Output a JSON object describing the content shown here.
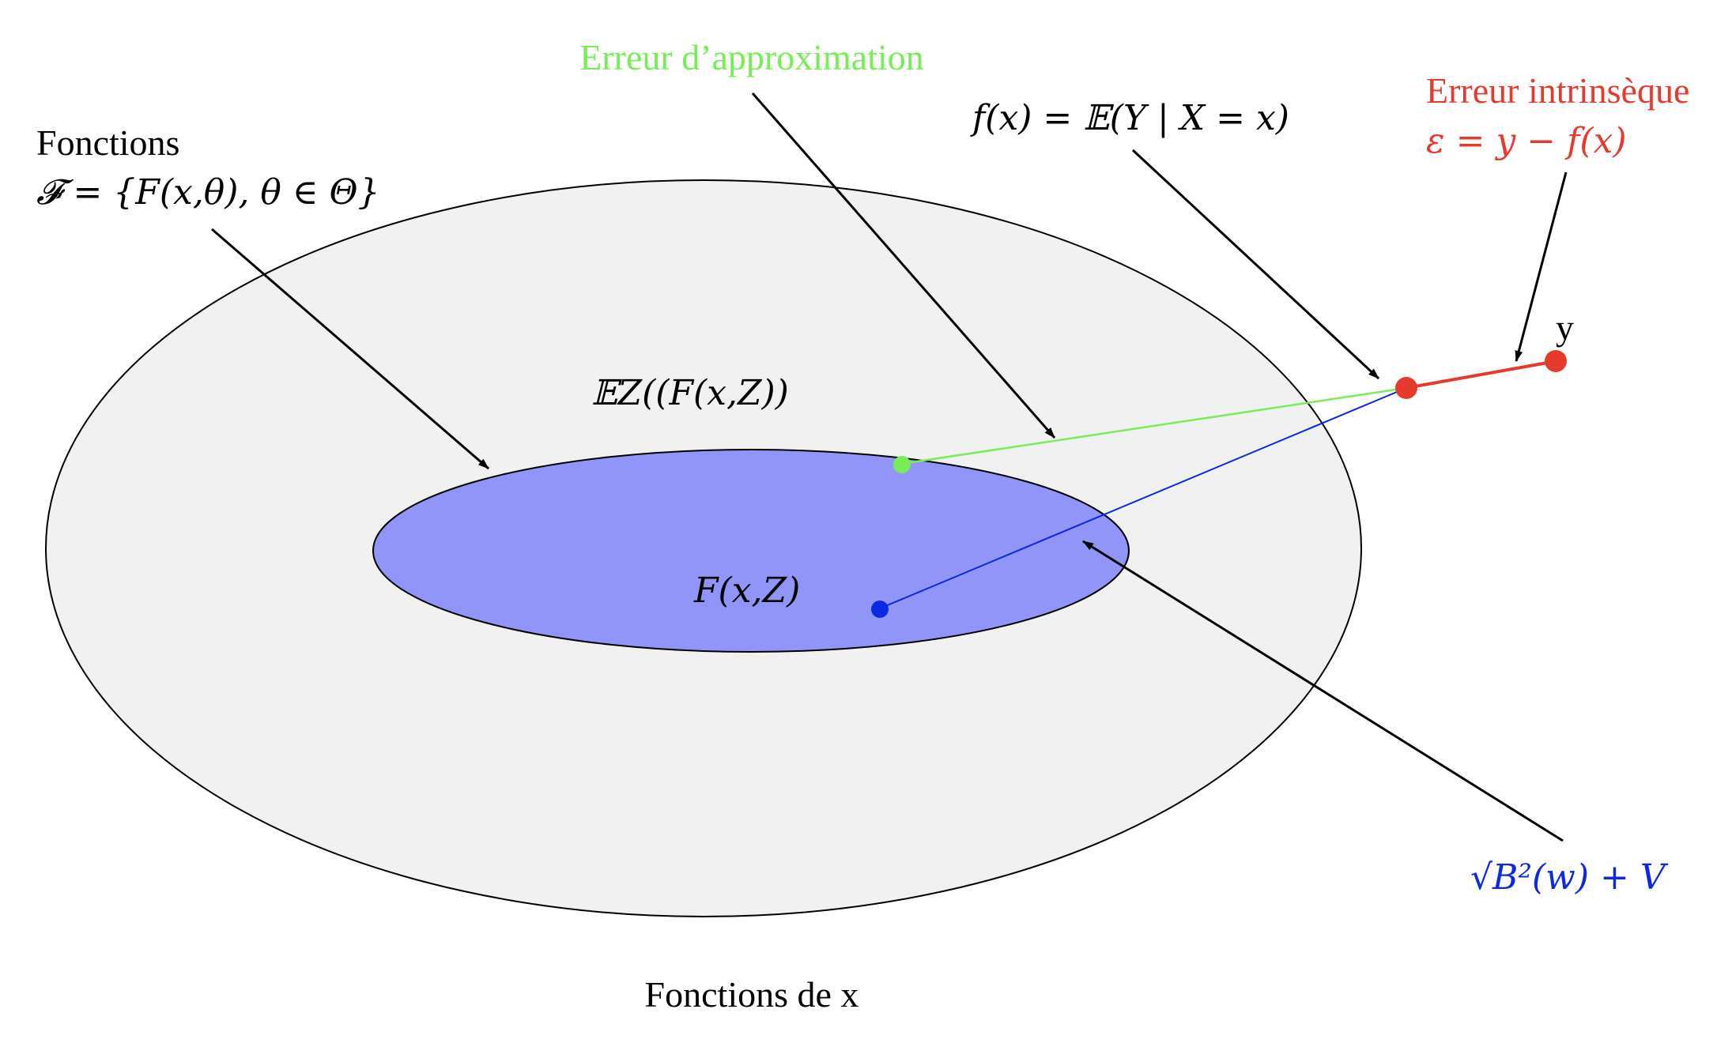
{
  "colors": {
    "outer_fill": "#f1f1f1",
    "inner_fill": "#9195f7",
    "approx_green": "#77ee55",
    "intrinsic_red": "#e63a2d",
    "blue": "#0a28e6",
    "stroke": "#000000"
  },
  "labels": {
    "approx_error": "Erreur d’approximation",
    "intrinsic_error": "Erreur intrinsèque",
    "epsilon_eq": "ε = y − f(x)",
    "fonctions": "Fonctions",
    "family_F": "𝓕 = {F(x,θ), θ ∈ Θ}",
    "conditional_f": "f(x) = 𝔼(Y | X = x)",
    "expect_F": "𝔼Z((F(x,Z))",
    "F_xZ": "F(x,Z)",
    "y_point": "y",
    "sqrt_bias_var": "√B²(w) + V",
    "outer_caption": "Fonctions de x"
  }
}
